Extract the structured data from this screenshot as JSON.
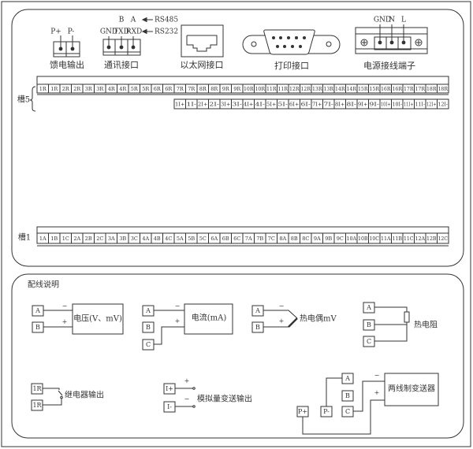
{
  "colors": {
    "line": "#333333",
    "background": "#ffffff"
  },
  "top_panel": {
    "feed_output": {
      "label": "馈电输出",
      "pins": [
        "P+",
        "P-"
      ]
    },
    "comms": {
      "label": "通讯接口",
      "rs485_pins": [
        "B",
        "A"
      ],
      "rs485": "RS485",
      "rs232_pins": [
        "GND",
        "TXD",
        "RXD"
      ],
      "rs232": "RS232"
    },
    "ethernet": {
      "label": "以太网接口"
    },
    "printer": {
      "label": "打印接口"
    },
    "power": {
      "label": "电源接线端子",
      "pins": [
        "GND",
        "N",
        "L"
      ]
    },
    "slot5": {
      "label": "槽5",
      "row1": [
        "1R",
        "1R",
        "2R",
        "2R",
        "3R",
        "3R",
        "4R",
        "4R",
        "5R",
        "5R",
        "6R",
        "6R",
        "7R",
        "7R",
        "8R",
        "8R",
        "9R",
        "9R",
        "10R",
        "10R",
        "11R",
        "11R",
        "12R",
        "12R",
        "13R",
        "13R",
        "14R",
        "14R",
        "15R",
        "15R",
        "16R",
        "16R",
        "17R",
        "17R",
        "18R",
        "18R"
      ],
      "row2": [
        "1I+",
        "1I-",
        "2I+",
        "2I-",
        "3I+",
        "3I-",
        "4I+",
        "4I-",
        "5I+",
        "5I-",
        "6I+",
        "6I-",
        "7I+",
        "7I-",
        "8I+",
        "8I-",
        "9I+",
        "9I-",
        "10I+",
        "10I-",
        "11I+",
        "11I-",
        "12I+",
        "12I-"
      ]
    },
    "slot1": {
      "label": "槽1",
      "row": [
        "1A",
        "1B",
        "1C",
        "2A",
        "2B",
        "2C",
        "3A",
        "3B",
        "3C",
        "4A",
        "4B",
        "4C",
        "5A",
        "5B",
        "5C",
        "6A",
        "6B",
        "6C",
        "7A",
        "7B",
        "7C",
        "8A",
        "8B",
        "8C",
        "9A",
        "9B",
        "9C",
        "10A",
        "10B",
        "10C",
        "11A",
        "11B",
        "11C",
        "12A",
        "12B",
        "12C"
      ]
    }
  },
  "wiring": {
    "title": "配线说明",
    "voltage": {
      "label": "电压(V、mV)",
      "terminals": [
        "A",
        "B"
      ],
      "minus": "−",
      "plus": "+"
    },
    "current": {
      "label": "电流(mA)",
      "terminals": [
        "A",
        "B",
        "C"
      ],
      "minus": "−",
      "plus": "+"
    },
    "thermocouple": {
      "label": "热电偶mV",
      "terminals": [
        "A",
        "B"
      ],
      "minus": "−",
      "plus": "+"
    },
    "rtd": {
      "label": "热电阻",
      "terminals": [
        "A",
        "B",
        "C"
      ]
    },
    "relay": {
      "label": "继电器输出",
      "terminals": [
        "1R",
        "1R"
      ]
    },
    "analog_out": {
      "label": "模拟量变送输出",
      "terminals": [
        "I+",
        "I-"
      ],
      "plus": "+",
      "minus": "−"
    },
    "two_wire": {
      "label": "两线制变送器",
      "terminals": [
        "A",
        "B",
        "C",
        "P+",
        "P-"
      ],
      "minus": "−",
      "plus": "+"
    }
  }
}
